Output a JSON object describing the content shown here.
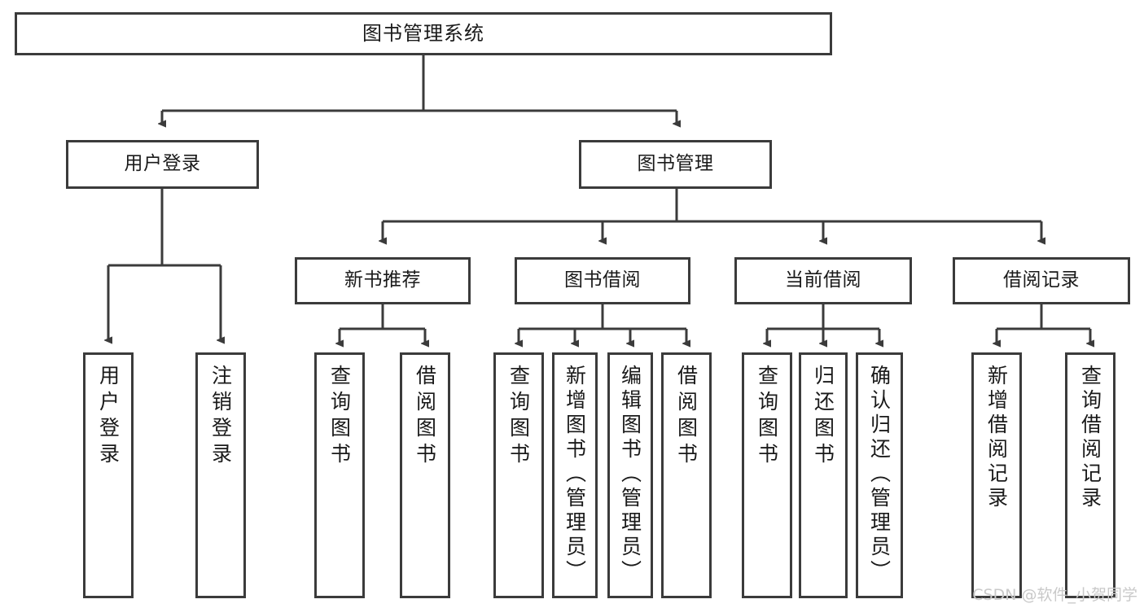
{
  "diagram": {
    "type": "tree",
    "title": "图书管理系统",
    "colors": {
      "stroke": "#3b3b3b",
      "fill": "#ffffff",
      "text": "#1a1a1a",
      "watermark": "#c9c9c9"
    },
    "watermark": "CSDN @软件_小贺同学",
    "root": {
      "label": "图书管理系统"
    },
    "level2": [
      {
        "label": "用户登录"
      },
      {
        "label": "图书管理"
      }
    ],
    "level3": [
      {
        "label": "新书推荐"
      },
      {
        "label": "图书借阅"
      },
      {
        "label": "当前借阅"
      },
      {
        "label": "借阅记录"
      }
    ],
    "leaves": {
      "user_login": [
        {
          "label": "用户登录"
        },
        {
          "label": "注销登录"
        }
      ],
      "new_book_recommend": [
        {
          "label": "查询图书"
        },
        {
          "label": "借阅图书"
        }
      ],
      "book_borrow": [
        {
          "label": "查询图书"
        },
        {
          "label": "新增图书（管理员）"
        },
        {
          "label": "编辑图书（管理员）"
        },
        {
          "label": "借阅图书"
        }
      ],
      "current_borrow": [
        {
          "label": "查询图书"
        },
        {
          "label": "归还图书"
        },
        {
          "label": "确认归还（管理员）"
        }
      ],
      "borrow_record": [
        {
          "label": "新增借阅记录"
        },
        {
          "label": "查询借阅记录"
        }
      ]
    }
  }
}
